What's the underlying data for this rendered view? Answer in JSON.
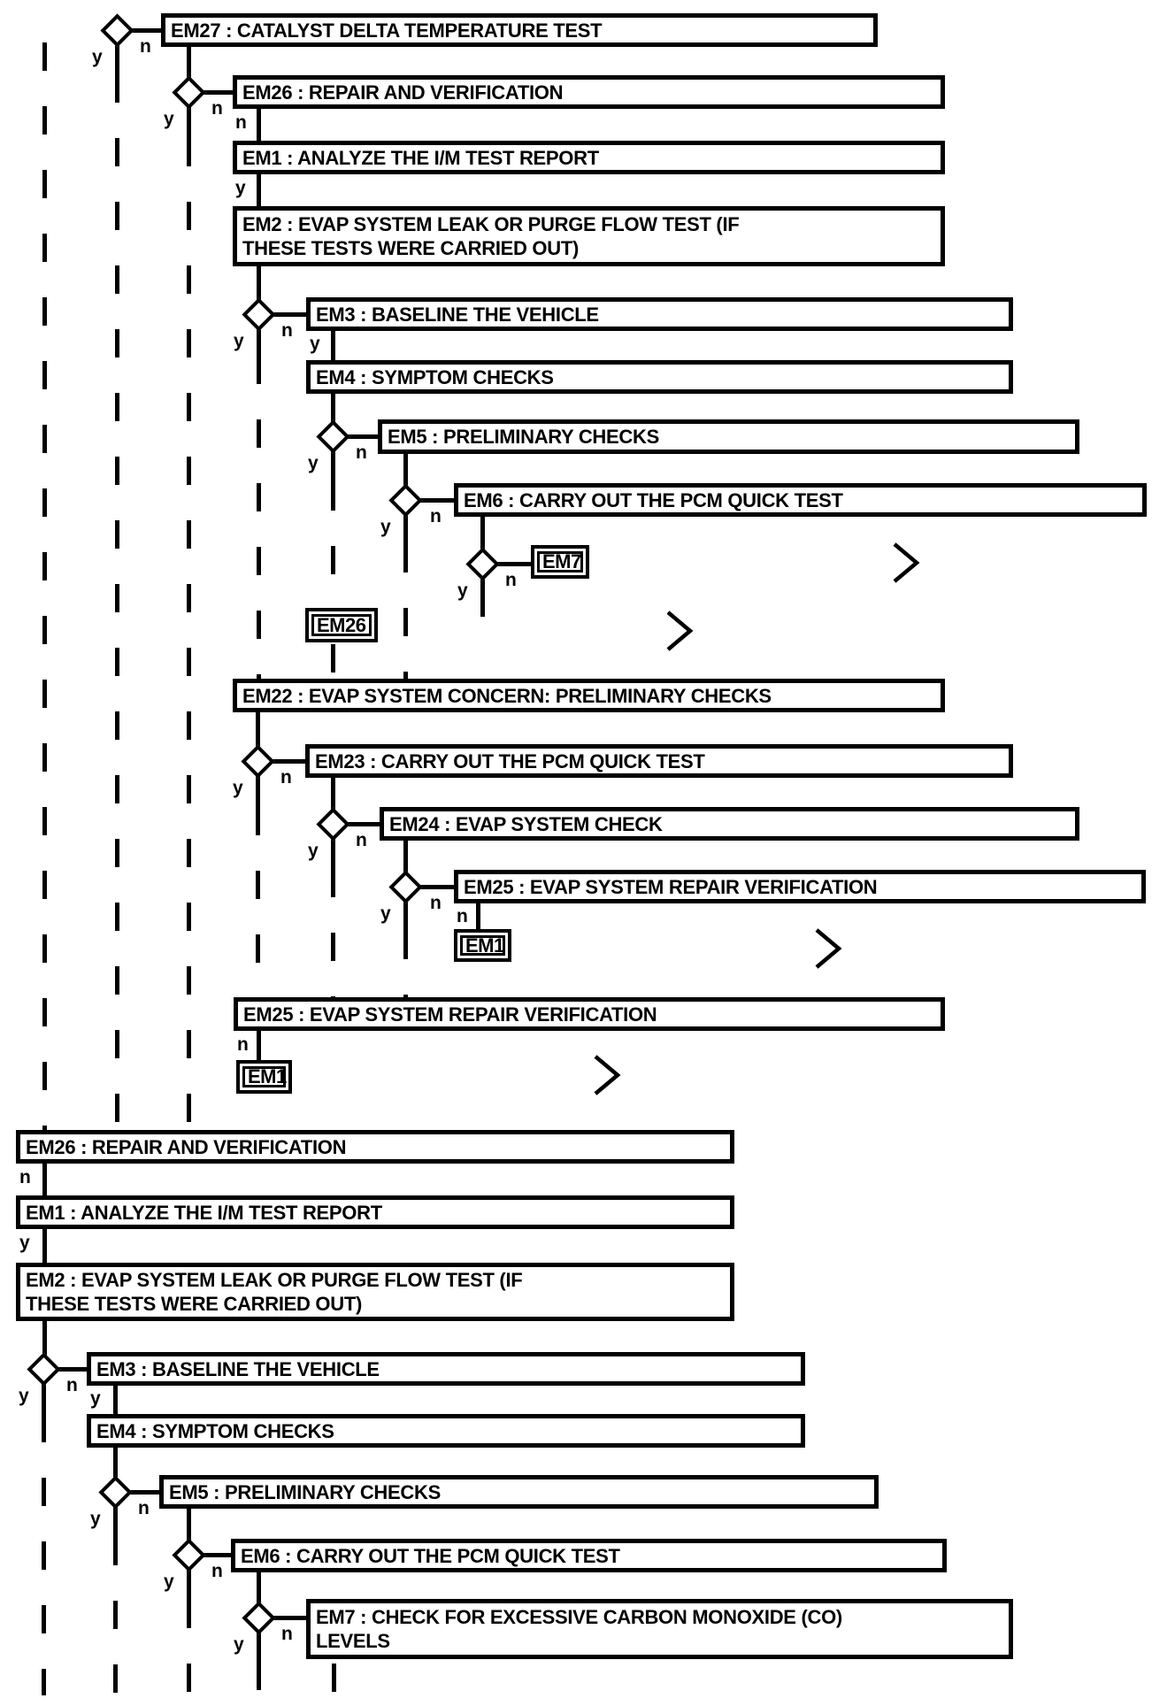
{
  "flowchart": {
    "branch_labels": {
      "yes": "y",
      "no": "n"
    },
    "steps": {
      "em27": "EM27 : CATALYST DELTA TEMPERATURE TEST",
      "em26": "EM26 : REPAIR AND VERIFICATION",
      "em1": "EM1 : ANALYZE THE I/M TEST REPORT",
      "em2": "EM2 : EVAP SYSTEM LEAK OR PURGE FLOW TEST (IF THESE TESTS WERE CARRIED OUT)",
      "em3": "EM3 : BASELINE THE VEHICLE",
      "em4": "EM4 : SYMPTOM CHECKS",
      "em5": "EM5 : PRELIMINARY CHECKS",
      "em6": "EM6 : CARRY OUT THE PCM QUICK TEST",
      "em7": "EM7 : CHECK FOR EXCESSIVE CARBON MONOXIDE (CO) LEVELS",
      "em22": "EM22 : EVAP SYSTEM CONCERN: PRELIMINARY CHECKS",
      "em23": "EM23 : CARRY OUT THE PCM QUICK TEST",
      "em24": "EM24 : EVAP SYSTEM CHECK",
      "em25": "EM25 : EVAP SYSTEM REPAIR VERIFICATION"
    },
    "connectors": {
      "em7": "EM7",
      "em26": "EM26",
      "em1": "EM1"
    },
    "colors": {
      "ink": "#000000",
      "background": "#ffffff"
    }
  }
}
